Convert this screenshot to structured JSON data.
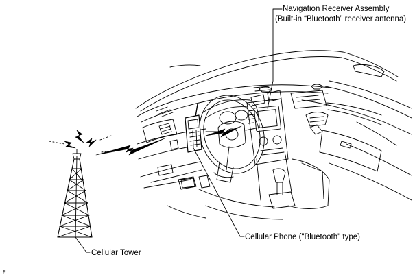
{
  "labels": {
    "nav_receiver_line1": "Navigation Receiver Assembly",
    "nav_receiver_line2": "(Built-in “Bluetooth” receiver antenna)",
    "cellular_phone": "Cellular Phone (\"Bluetooth\" type)",
    "cellular_tower": "Cellular Tower",
    "reference_code": "P"
  },
  "colors": {
    "ink": "#000000",
    "background": "#ffffff"
  }
}
